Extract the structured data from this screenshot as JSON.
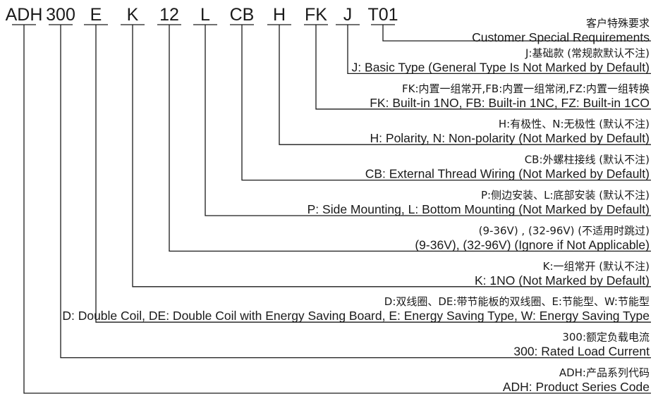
{
  "code": {
    "segments": [
      "ADH",
      "300",
      "E",
      "K",
      "12",
      "L",
      "CB",
      "H",
      "FK",
      "J",
      "T01"
    ]
  },
  "entries": [
    {
      "segment": "T01",
      "cn": "客户特殊要求",
      "en": "Customer Special Requirements"
    },
    {
      "segment": "J",
      "cn": "J:基础款 (常规款默认不注)",
      "en": "J: Basic Type (General Type Is Not Marked by Default)"
    },
    {
      "segment": "FK",
      "cn": "FK:内置一组常开,FB:内置一组常闭,FZ:内置一组转换",
      "en": "FK: Built-in 1NO, FB: Built-in 1NC, FZ: Built-in 1CO"
    },
    {
      "segment": "H",
      "cn": "H:有极性、N:无极性 (默认不注)",
      "en": "H: Polarity, N: Non-polarity (Not Marked by Default)"
    },
    {
      "segment": "CB",
      "cn": "CB:外螺柱接线 (默认不注)",
      "en": "CB: External Thread Wiring (Not Marked by Default)"
    },
    {
      "segment": "L",
      "cn": "P:侧边安装、L:底部安装 (默认不注)",
      "en": "P: Side Mounting, L: Bottom Mounting (Not Marked by Default)"
    },
    {
      "segment": "12",
      "cn": "(9-36V) , (32-96V) (不适用时跳过)",
      "en": "(9-36V), (32-96V) (Ignore if Not Applicable)"
    },
    {
      "segment": "K",
      "cn": "K:一组常开 (默认不注)",
      "en": "K: 1NO (Not Marked by Default)"
    },
    {
      "segment": "E",
      "cn": "D:双线圈、DE:带节能板的双线圈、E:节能型、W:节能型",
      "en": "D: Double Coil, DE: Double Coil with Energy Saving Board, E: Energy Saving Type, W: Energy Saving Type"
    },
    {
      "segment": "300",
      "cn": "300:额定负载电流",
      "en": "300: Rated Load Current"
    },
    {
      "segment": "ADH",
      "cn": "ADH:产品系列代码",
      "en": "ADH: Product Series Code"
    }
  ],
  "colors": {
    "ink": "#1a1a1a",
    "background": "#ffffff"
  }
}
